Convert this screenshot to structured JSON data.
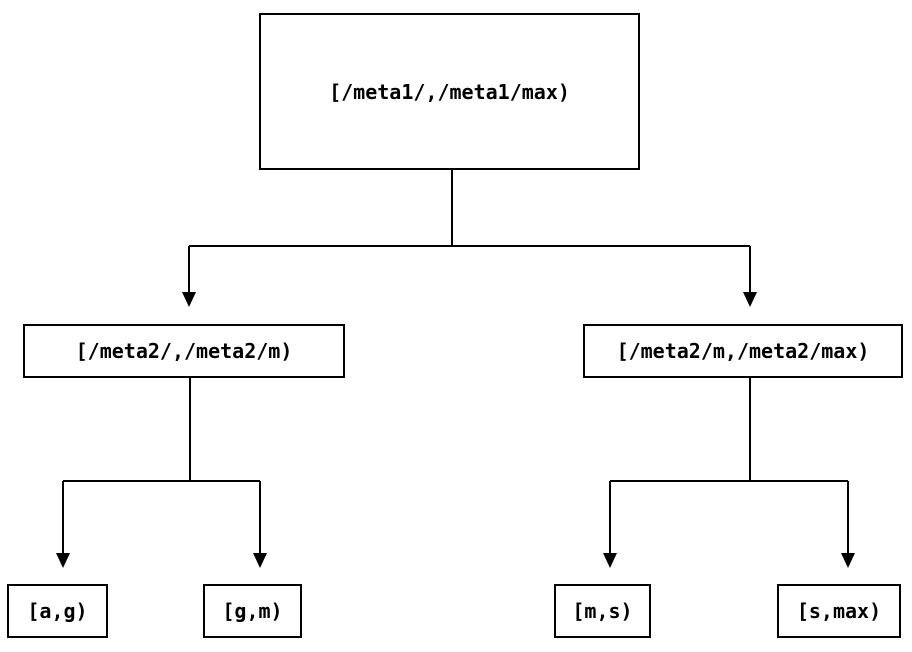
{
  "diagram": {
    "type": "binary-interval-tree",
    "colors": {
      "line": "#000000",
      "box_border": "#000000",
      "box_fill": "#ffffff",
      "text": "#000000",
      "background": "#ffffff"
    },
    "root": {
      "label": "[/meta1/,/meta1/max)"
    },
    "children": [
      {
        "label": "[/meta2/,/meta2/m)",
        "children": [
          {
            "label": "[a,g)"
          },
          {
            "label": "[g,m)"
          }
        ]
      },
      {
        "label": "[/meta2/m,/meta2/max)",
        "children": [
          {
            "label": "[m,s)"
          },
          {
            "label": "[s,max)"
          }
        ]
      }
    ]
  }
}
